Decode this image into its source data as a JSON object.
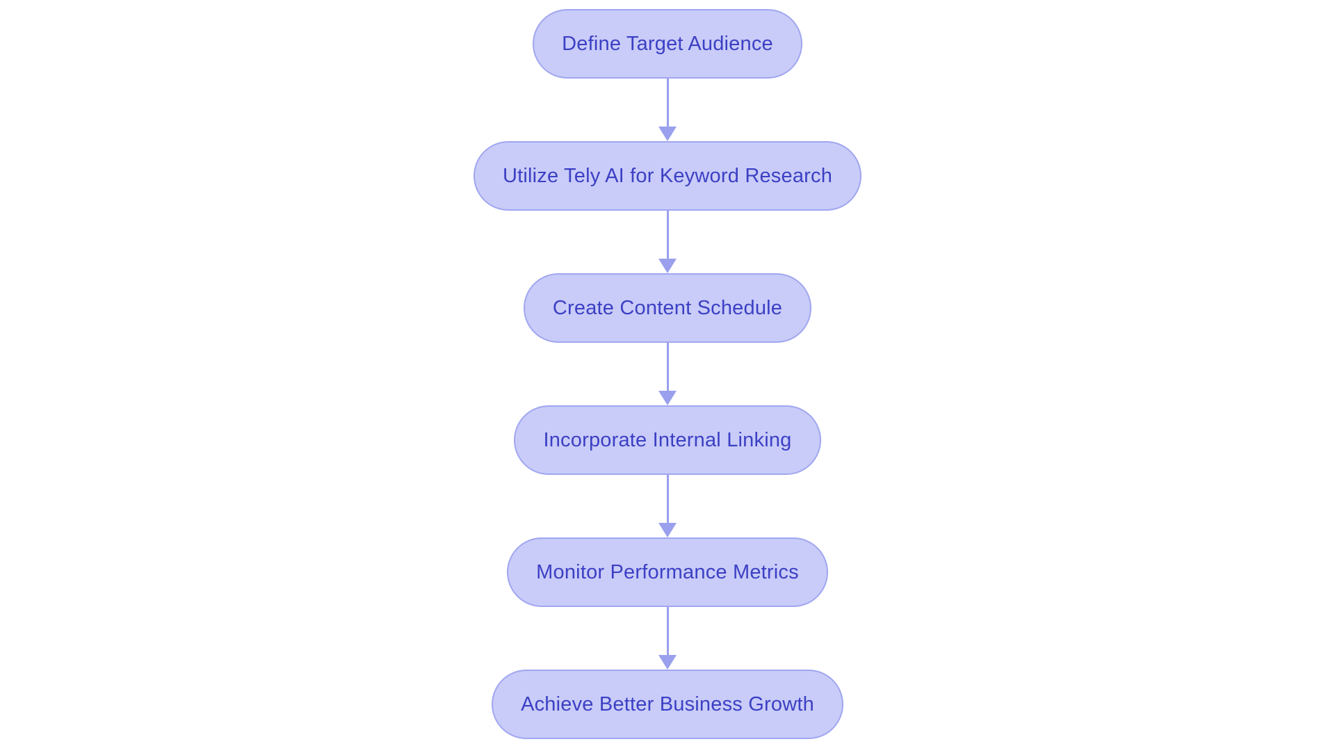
{
  "diagram": {
    "type": "flowchart",
    "direction": "top-down",
    "background_color": "#ffffff",
    "node_fill_color": "#c9ccf8",
    "node_border_color": "#a0a6f0",
    "node_text_color": "#3c40c4",
    "arrow_color": "#9aa0ed",
    "nodes": [
      {
        "id": "n1",
        "label": "Define Target Audience"
      },
      {
        "id": "n2",
        "label": "Utilize Tely AI for Keyword Research"
      },
      {
        "id": "n3",
        "label": "Create Content Schedule"
      },
      {
        "id": "n4",
        "label": "Incorporate Internal Linking"
      },
      {
        "id": "n5",
        "label": "Monitor Performance Metrics"
      },
      {
        "id": "n6",
        "label": "Achieve Better Business Growth"
      }
    ],
    "edges": [
      {
        "from": "n1",
        "to": "n2"
      },
      {
        "from": "n2",
        "to": "n3"
      },
      {
        "from": "n3",
        "to": "n4"
      },
      {
        "from": "n4",
        "to": "n5"
      },
      {
        "from": "n5",
        "to": "n6"
      }
    ]
  }
}
